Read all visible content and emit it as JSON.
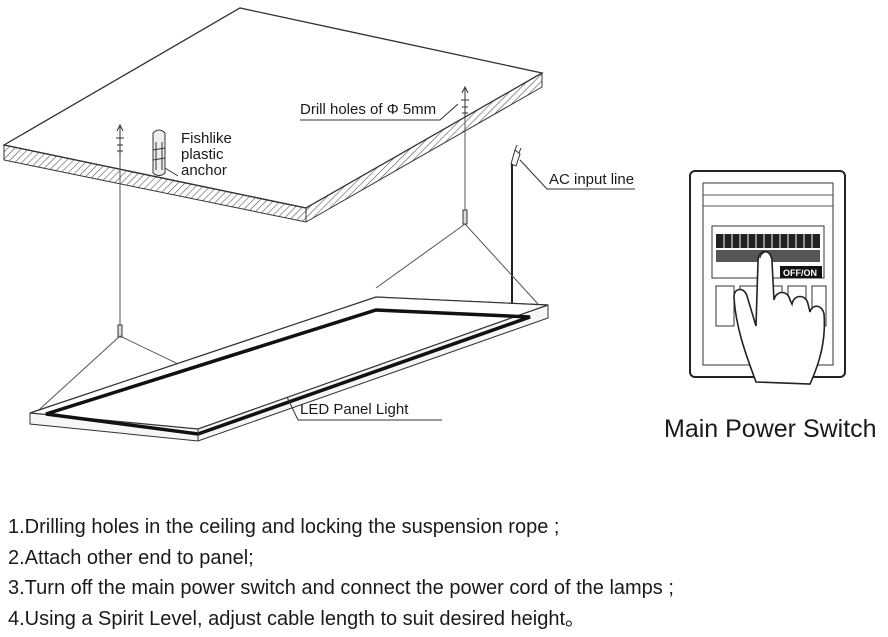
{
  "labels": {
    "drill": "Drill holes of Φ 5mm",
    "anchor": [
      "Fishlike",
      "plastic",
      "anchor"
    ],
    "ac": "AC input line",
    "panel": "LED Panel Light",
    "switch_title": "Main Power Switch",
    "switch_tag": "OFF/ON"
  },
  "steps": [
    "1.Drilling holes in the ceiling and locking the suspension rope ;",
    "2.Attach other end to panel;",
    "3.Turn off the main power switch and connect the power cord of the lamps ;",
    "4.Using a Spirit Level, adjust cable length to suit desired height。"
  ]
}
